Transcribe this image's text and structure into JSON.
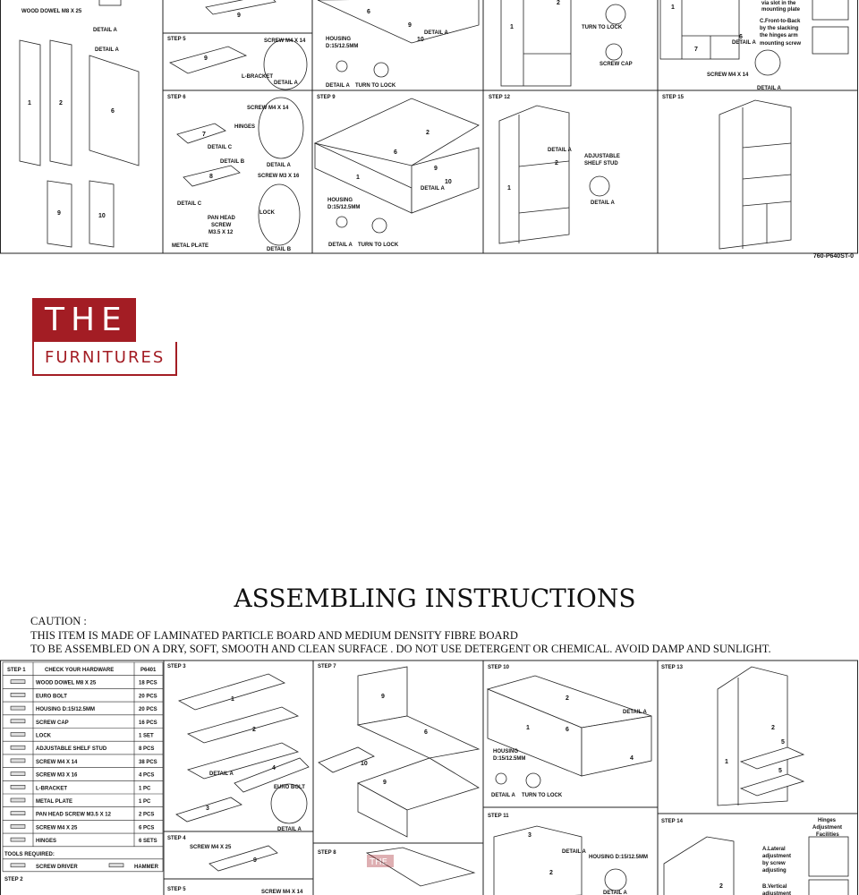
{
  "top_sheet": {
    "labels": {
      "wood_dowel": "WOOD DOWEL M8 X 25",
      "detail_a": "DETAIL A",
      "step5": "STEP 5",
      "step6": "STEP 6",
      "step9": "STEP 9",
      "step12": "STEP 12",
      "step15": "STEP 15",
      "screw_m4x14": "SCREW M4 X 14",
      "l_bracket": "L-BRACKET",
      "housing": "HOUSING",
      "housing_size": "D:15/12.5MM",
      "turn_to_lock": "TURN TO LOCK",
      "screw_cap": "SCREW CAP",
      "hinges": "HINGES",
      "detail_b": "DETAIL B",
      "detail_c": "DETAIL C",
      "screw_m3x16": "SCREW M3 X 16",
      "lock": "LOCK",
      "pan_head_screw": "PAN HEAD",
      "pan_head_screw2": "SCREW",
      "pan_head_screw3": "M3.5 X 12",
      "metal_plate": "METAL PLATE",
      "adjustable": "ADJUSTABLE",
      "shelf_stud": "SHELF STUD",
      "front_to_back": "C.Front-to-Back",
      "ftb2": "by the slacking",
      "ftb3": "the hinges arm",
      "ftb4": "mounting screw",
      "via_slot": "via slot in the",
      "mounting_plate": "mounting  plate",
      "doc_code": "760-P640ST-0"
    }
  },
  "logo": {
    "the": "THE",
    "furnitures": "FURNITURES"
  },
  "heading": "ASSEMBLING INSTRUCTIONS",
  "caution": {
    "line1": "CAUTION :",
    "line2": "THIS ITEM IS MADE OF LAMINATED PARTICLE BOARD AND MEDIUM DENSITY FIBRE BOARD",
    "line3": "TO BE ASSEMBLED ON A DRY, SOFT, SMOOTH AND CLEAN SURFACE . DO NOT USE DETERGENT OR  CHEMICAL. AVOID DAMP AND SUNLIGHT."
  },
  "hardware": {
    "step": "STEP 1",
    "header": "CHECK YOUR HARDWARE",
    "code": "P6401",
    "rows": [
      {
        "name": "WOOD DOWEL M8 X 25",
        "qty": "18 PCS"
      },
      {
        "name": "EURO BOLT",
        "qty": "20 PCS"
      },
      {
        "name": "HOUSING D:15/12.5MM",
        "qty": "20 PCS"
      },
      {
        "name": "SCREW CAP",
        "qty": "16 PCS"
      },
      {
        "name": "LOCK",
        "qty": "1 SET"
      },
      {
        "name": "ADJUSTABLE SHELF STUD",
        "qty": "8 PCS"
      },
      {
        "name": "SCREW M4 X 14",
        "qty": "38 PCS"
      },
      {
        "name": "SCREW M3 X 16",
        "qty": "4 PCS"
      },
      {
        "name": "L-BRACKET",
        "qty": "1 PC"
      },
      {
        "name": "METAL PLATE",
        "qty": "1 PC"
      },
      {
        "name": "PAN HEAD SCREW M3.5 X 12",
        "qty": "2 PCS"
      },
      {
        "name": "SCREW M4 X 25",
        "qty": "6 PCS"
      },
      {
        "name": "HINGES",
        "qty": "6 SETS"
      }
    ],
    "tools_required": "TOOLS REQUIRED:",
    "tool1": "SCREW DRIVER",
    "tool2": "HAMMER",
    "step2": "STEP 2"
  },
  "bottom_labels": {
    "step3": "STEP 3",
    "step4": "STEP 4",
    "step5": "STEP 5",
    "step7": "STEP 7",
    "step8": "STEP 8",
    "step10": "STEP 10",
    "step11": "STEP 11",
    "step13": "STEP 13",
    "step14": "STEP 14",
    "euro_bolt": "EURO BOLT",
    "detail_a": "DETAIL A",
    "screw_m4x25": "SCREW M4 X 25",
    "screw_m4x14": "SCREW M4 X 14",
    "housing": "HOUSING",
    "housing_size": "D:15/12.5MM",
    "housing_full": "HOUSING D:15/12.5MM",
    "turn_to_lock": "TURN TO LOCK",
    "hinges_adj": "Hinges",
    "hinges_adj2": "Adjustment",
    "hinges_adj3": "Facilities",
    "lateral": "A.Lateral",
    "lateral2": "adjustment",
    "lateral3": "by screw",
    "lateral4": "adjusting",
    "vertical": "B.Vertical",
    "vertical2": "adjustment"
  }
}
